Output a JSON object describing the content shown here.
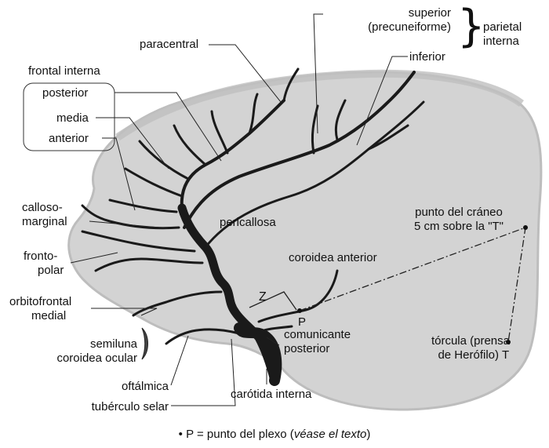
{
  "labels": {
    "superior": "superior",
    "precuneiforme": "(precuneiforme)",
    "parietal": "parietal",
    "interna_parietal": "interna",
    "paracentral": "paracentral",
    "inferior": "inferior",
    "frontal_interna": "frontal interna",
    "posterior": "posterior",
    "media": "media",
    "anterior": "anterior",
    "calloso": "calloso-",
    "marginal": "marginal",
    "pericallosa": "pericallosa",
    "punto_craneo_1": "punto del cráneo",
    "punto_craneo_2": "5 cm sobre la \"T\"",
    "fronto": "fronto-",
    "polar": "polar",
    "coroidea_anterior": "coroidea anterior",
    "orbitofrontal": "orbitofrontal",
    "medial": "medial",
    "z": "Z",
    "p": "P",
    "t": "T",
    "comunicante": "comunicante",
    "posterior_com": "posterior",
    "semiluna": "semiluna",
    "coroidea_ocular": "coroidea ocular",
    "torcula_1": "tórcula (prensa",
    "torcula_2": "de Herófilo)",
    "oftalmica": "oftálmica",
    "tuberculo_selar": "tubérculo selar",
    "carotida_interna": "carótida interna"
  },
  "caption": {
    "bullet": "•",
    "main": "P = punto del plexo (",
    "italic": "véase el texto",
    "close": ")"
  },
  "colors": {
    "brain_fill": "#d3d3d3",
    "brain_rim": "#bdbdbd",
    "vessel": "#1a1a1a",
    "leader": "#222222"
  }
}
